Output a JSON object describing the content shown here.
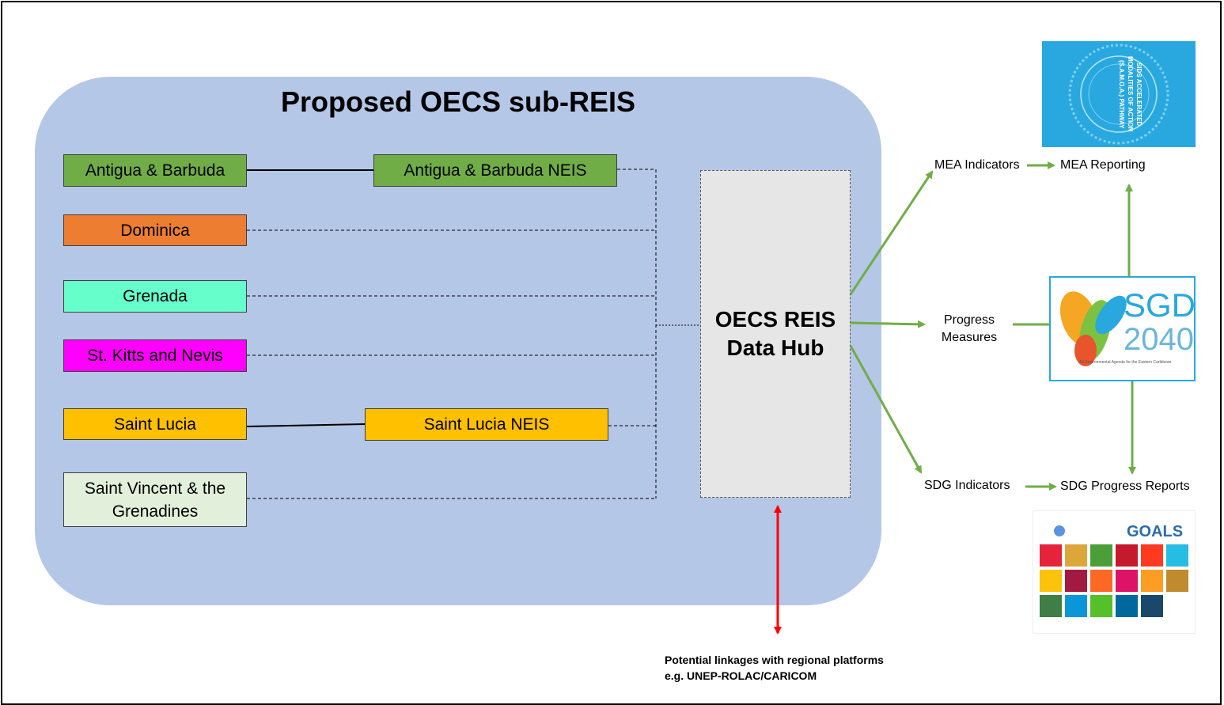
{
  "diagram": {
    "title": "Proposed OECS sub-REIS",
    "countries": [
      {
        "label": "Antigua & Barbuda",
        "color": "#70ad47"
      },
      {
        "label": "Dominica",
        "color": "#ed7d31"
      },
      {
        "label": "Grenada",
        "color": "#66ffcc"
      },
      {
        "label": "St. Kitts and Nevis",
        "color": "#ff00ff"
      },
      {
        "label": "Saint Lucia",
        "color": "#ffc000"
      },
      {
        "label": "Saint Vincent & the Grenadines",
        "color": "#e2efda"
      }
    ],
    "neis": [
      {
        "label": "Antigua & Barbuda NEIS",
        "color": "#70ad47"
      },
      {
        "label": "Saint Lucia NEIS",
        "color": "#ffc000"
      }
    ],
    "hub": {
      "line1": "OECS REIS",
      "line2": "Data Hub"
    },
    "outputs": {
      "mea_indicators": "MEA Indicators",
      "mea_reporting": "MEA Reporting",
      "progress_line1": "Progress",
      "progress_line2": "Measures",
      "sdg_indicators": "SDG Indicators",
      "sdg_reports": "SDG Progress Reports"
    },
    "logos": {
      "samoa": "SIDS ACCELERATED MODALITIES OF ACTION (S.A.M.O.A.) PATHWAY",
      "sgd_main": "SGD",
      "sgd_year": "2040",
      "sgd_tagline": "An Environmental Agenda for the Eastern Caribbean",
      "sdg_header": "GOALS"
    },
    "bottom_note": {
      "line1": "Potential linkages with regional platforms",
      "line2": "e.g. UNEP-ROLAC/CARICOM"
    },
    "colors": {
      "panel": "#b4c7e7",
      "hub": "#e6e6e6",
      "arrow_green": "#70ad47",
      "arrow_red": "#ff0000"
    }
  }
}
